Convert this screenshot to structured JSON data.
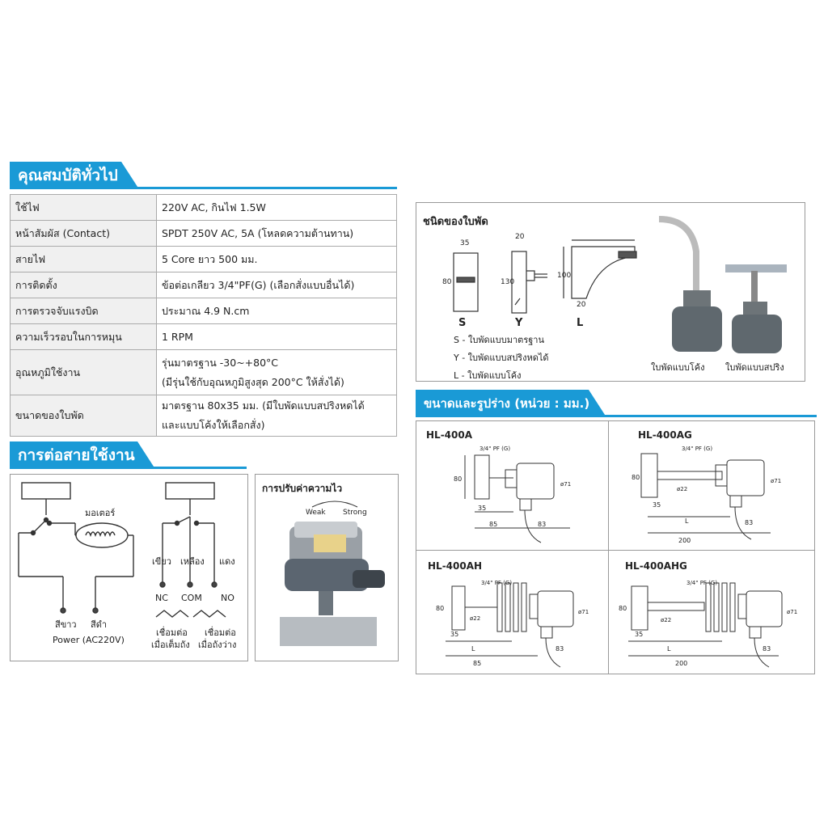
{
  "general": {
    "title": "คุณสมบัติทั่วไป",
    "rows": [
      {
        "key": "ใช้ไฟ",
        "value": "220V AC, กินไฟ 1.5W"
      },
      {
        "key": "หน้าสัมผัส (Contact)",
        "value": "SPDT 250V AC, 5A (โหลดความต้านทาน)"
      },
      {
        "key": "สายไฟ",
        "value": "5 Core ยาว 500 มม."
      },
      {
        "key": "การติดตั้ง",
        "value": "ข้อต่อเกลียว 3/4\"PF(G) (เลือกสั่งแบบอื่นได้)"
      },
      {
        "key": "การตรวจจับแรงบิด",
        "value": "ประมาณ 4.9 N.cm"
      },
      {
        "key": "ความเร็วรอบในการหมุน",
        "value": "1 RPM"
      },
      {
        "key": "อุณหภูมิใช้งาน",
        "value": "รุ่นมาตรฐาน -30~+80°C",
        "value2": "(มีรุ่นใช้กับอุณหภูมิสูงสุด 200°C ให้สั่งได้)"
      },
      {
        "key": "ขนาดของใบพัด",
        "value": "มาตรฐาน 80x35 มม. (มีใบพัดแบบสปริงหดได้",
        "value2": "และแบบโค้งให้เลือกสั่ง)"
      }
    ]
  },
  "wiring": {
    "title": "การต่อสายใช้งาน",
    "motor": "มอเตอร์",
    "white": "สีขาว",
    "black": "สีดำ",
    "power": "Power (AC220V)",
    "green": "เขียว",
    "yellow": "เหลือง",
    "red": "แดง",
    "nc": "NC",
    "com": "COM",
    "no": "NO",
    "conn1a": "เชื่อมต่อ",
    "conn1b": "เมื่อเต็มถัง",
    "conn2a": "เชื่อมต่อ",
    "conn2b": "เมื่อถังว่าง"
  },
  "sensitivity": {
    "title": "การปรับค่าความไว",
    "weak": "Weak",
    "strong": "Strong"
  },
  "paddle": {
    "title": "ชนิดของใบพัด",
    "dims": {
      "s_w": "35",
      "s_h": "80",
      "y_w": "20",
      "y_h": "130",
      "l_h": "100",
      "l_w": "20"
    },
    "types": [
      {
        "code": "S",
        "desc": "S  -  ใบพัดแบบมาตรฐาน"
      },
      {
        "code": "Y",
        "desc": "Y  -  ใบพัดแบบสปริงหดได้"
      },
      {
        "code": "L",
        "desc": "L  -  ใบพัดแบบโค้ง"
      }
    ],
    "photo1": "ใบพัดแบบโค้ง",
    "photo2": "ใบพัดแบบสปริง"
  },
  "dimensions": {
    "title": "ขนาดและรูปร่าง (หน่วย : มม.)",
    "thread": "3/4\" PF (G)",
    "models": [
      {
        "name": "HL-400A",
        "d80": "80",
        "d35": "35",
        "d85": "85",
        "d83": "83",
        "dia": "ø71",
        "shaft": ""
      },
      {
        "name": "HL-400AG",
        "d80": "80",
        "d35": "35",
        "dL": "L",
        "d200": "200",
        "d83": "83",
        "dia": "ø71",
        "shaft": "ø22"
      },
      {
        "name": "HL-400AH",
        "d80": "80",
        "d35": "35",
        "dL": "L",
        "d85": "85",
        "d83": "83",
        "dia": "ø71",
        "shaft": "ø22"
      },
      {
        "name": "HL-400AHG",
        "d80": "80",
        "d35": "35",
        "dL": "L",
        "d200": "200",
        "d83": "83",
        "dia": "ø71",
        "shaft": "ø22"
      }
    ]
  },
  "colors": {
    "accent": "#1a9ad6"
  }
}
